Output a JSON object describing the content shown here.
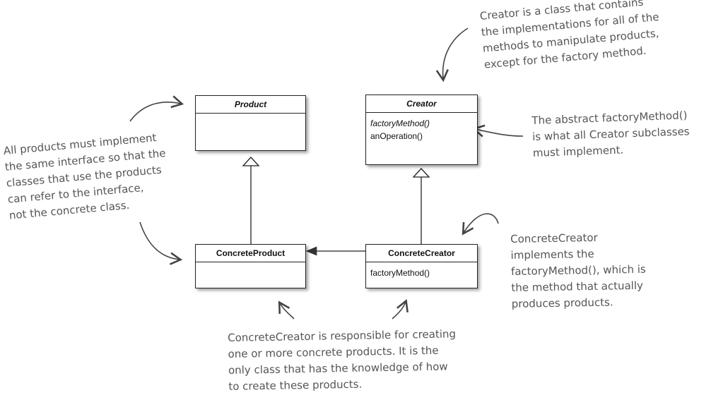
{
  "classes": {
    "product": {
      "name": "Product",
      "abstract": true,
      "ops": []
    },
    "creator": {
      "name": "Creator",
      "abstract": true,
      "ops": [
        "factoryMethod()",
        "anOperation()"
      ]
    },
    "concrete_product": {
      "name": "ConcreteProduct",
      "abstract": false,
      "ops": []
    },
    "concrete_creator": {
      "name": "ConcreteCreator",
      "abstract": false,
      "ops": [
        "factoryMethod()"
      ]
    }
  },
  "annotations": {
    "creator_note": [
      "Creator is a class that contains",
      "the implementations for all of the",
      "methods to manipulate products,",
      "except for the factory method."
    ],
    "factory_method_note": [
      "The abstract factoryMethod()",
      "is what all Creator subclasses",
      "must implement."
    ],
    "products_note": [
      "All products must implement",
      "the same interface so that the",
      "classes that use the products",
      "can refer to the interface,",
      "not the concrete class."
    ],
    "concrete_creator_note": [
      "ConcreteCreator",
      "implements the",
      "factoryMethod(), which is",
      "the method that actually",
      "produces products."
    ],
    "responsibility_note": [
      "ConcreteCreator is responsible for creating",
      "one or more concrete products. It is the",
      "only class that has the knowledge of how",
      "to create these products."
    ]
  },
  "colors": {
    "ink": "#222222",
    "annotation": "#555555"
  }
}
